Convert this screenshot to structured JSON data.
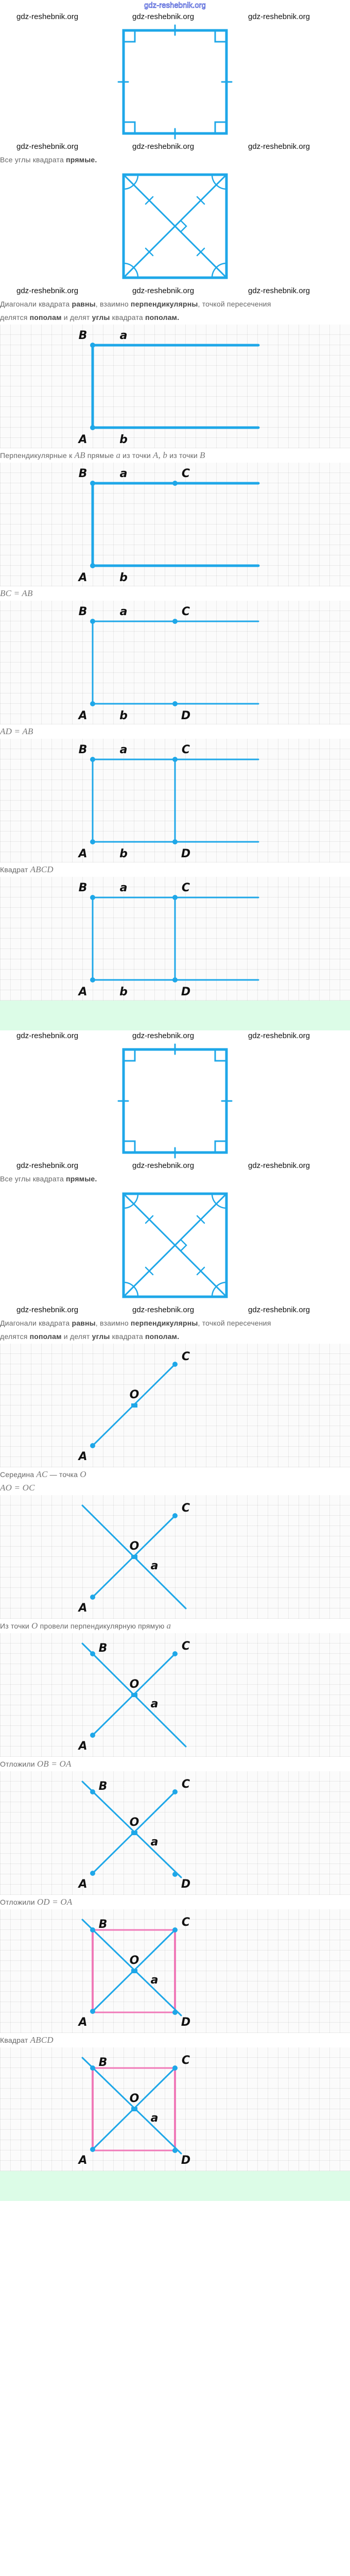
{
  "site_watermark": "gdz-reshebnik.org",
  "colors": {
    "line": "#1ea7e8",
    "square": "#f07ab8",
    "band": "#dcfce7"
  },
  "points": {
    "A": "A",
    "B": "B",
    "C": "C",
    "D": "D",
    "O": "O",
    "a": "a",
    "b": "b"
  },
  "texts": {
    "angles": {
      "pre": "Все углы квадрата ",
      "bold": "прямые."
    },
    "diagonals": {
      "p1": "Диагонали квадрата ",
      "b1": "равны",
      "p2": ", взаимно ",
      "b2": "перпендикулярны",
      "p3": ", точкой пересечения",
      "p4": "делятся ",
      "b3": "пополам",
      "p5": " и делят ",
      "b4": "углы",
      "p6": " квадрата ",
      "b5": "пополам."
    },
    "perp": {
      "p1": "Перпендикулярные к ",
      "m1": "AB",
      "p2": " прямые ",
      "m2": "a",
      "p3": " из точки ",
      "m3": "A, b",
      "p4": " из точки ",
      "m4": "B"
    },
    "bc_ab": "BC = AB",
    "ad_ab": "AD = AB",
    "square1": {
      "pre": "Квадрат ",
      "math": "ABCD"
    },
    "midpoint": {
      "pre": "Середина ",
      "m1": "AC",
      "mid": " — точка ",
      "m2": "O"
    },
    "ao_oc": "AO = OC",
    "perp_o": {
      "pre": "Из точки ",
      "m1": "O",
      "mid": " провели перпендикулярную прямую ",
      "m2": "a"
    },
    "ob_oa": {
      "pre": "Отложили ",
      "math": "OB = OA"
    },
    "od_oa": {
      "pre": "Отложили ",
      "math": "OD = OA"
    },
    "square2": {
      "pre": "Квадрат ",
      "math": "ABCD"
    }
  }
}
